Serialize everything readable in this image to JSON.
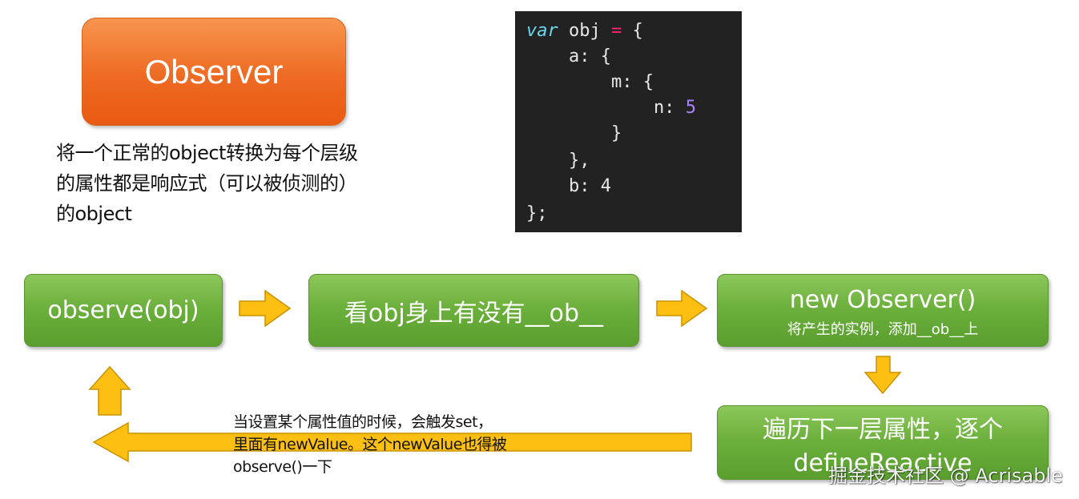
{
  "title_box": {
    "label": "Observer"
  },
  "description": [
    "将一个正常的object转换为每个层级",
    "的属性都是响应式（可以被侦测的）",
    "的object"
  ],
  "code": {
    "l1_kw": "var",
    "l1_name": " obj ",
    "l1_op": "=",
    "l1_rest": " {",
    "l2": "    a: {",
    "l3": "        m: {",
    "l4_key": "            n: ",
    "l4_num": "5",
    "l5": "        }",
    "l6": "    },",
    "l7": "    b: 4",
    "l8": "};"
  },
  "flow": {
    "observe": "observe(obj)",
    "check_ob": "看obj身上有没有__ob__",
    "new_observer_title": "new Observer()",
    "new_observer_sub": "将产生的实例，添加__ob__上",
    "traverse_line1": "遍历下一层属性，逐个",
    "traverse_line2": "defineReactive"
  },
  "note": [
    "当设置某个属性值的时候，会触发set，",
    "里面有newValue。这个newValue也得被",
    "observe()一下"
  ],
  "watermark": "掘金技术社区 @ Acrisable",
  "colors": {
    "orange": "#ee6a22",
    "green": "#6aae3b",
    "arrow_fill": "#fdbf12",
    "arrow_stroke": "#c99200",
    "code_bg": "#222222"
  }
}
